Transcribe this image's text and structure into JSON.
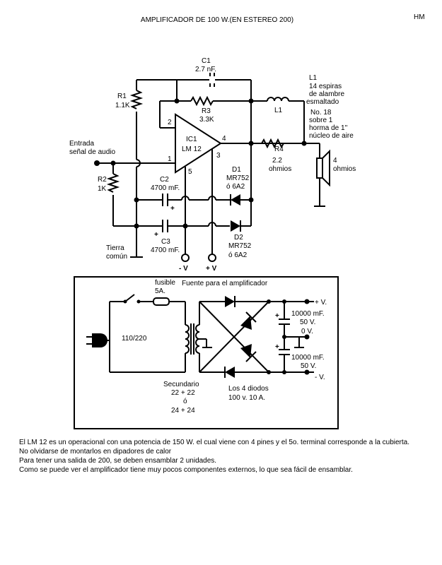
{
  "header": {
    "title": "AMPLIFICADOR DE 100 W.(EN ESTEREO 200)",
    "initials": "HM"
  },
  "amplifier": {
    "c1": {
      "name": "C1",
      "value": "2.7 nF."
    },
    "r1": {
      "name": "R1",
      "value": "1.1K"
    },
    "r2": {
      "name": "R2",
      "value": "1K"
    },
    "r3": {
      "name": "R3",
      "value": "3.3K"
    },
    "r4": {
      "name": "R4",
      "value_1": "2.2",
      "value_2": "ohmios"
    },
    "l1": {
      "name": "L1",
      "label": "L1",
      "desc": [
        "14 espiras",
        "de alambre",
        "esmaltado",
        "No. 18",
        "sobre 1",
        "horma de 1''",
        "núcleo de aire"
      ]
    },
    "ic1": {
      "name": "IC1",
      "part": "LM 12",
      "pin1": "1",
      "pin2": "2",
      "pin3": "3",
      "pin4": "4",
      "pin5": "5"
    },
    "input": {
      "line1": "Entrada",
      "line2": "señal de audio"
    },
    "c2": {
      "name": "C2",
      "value": "4700 mF."
    },
    "c3": {
      "name": "C3",
      "value": "4700 mF."
    },
    "d1": {
      "name": "D1",
      "part": "MR752",
      "alt": "ó 6A2"
    },
    "d2": {
      "name": "D2",
      "part": "MR752",
      "alt": "ó 6A2"
    },
    "speaker": {
      "value": "4",
      "unit": "ohmios"
    },
    "ground": {
      "line1": "Tierra",
      "line2": "común"
    },
    "neg_supply": "- V",
    "pos_supply": "+ V"
  },
  "power_supply": {
    "title": "Fuente para el amplificador",
    "fuse": {
      "label": "fusible",
      "value": "5A."
    },
    "mains": "110/220",
    "secondary": {
      "label": "Secundario",
      "opt1": "22 + 22",
      "or": "ó",
      "opt2": "24 + 24"
    },
    "diodes": {
      "line1": "Los 4 diodos",
      "line2": "100 v. 10 A."
    },
    "cap_top": {
      "value": "10000 mF.",
      "voltage": "50 V."
    },
    "cap_bottom": {
      "value": "10000 mF.",
      "voltage": "50 V."
    },
    "pos_out": "+ V.",
    "zero_out": "0 V.",
    "neg_out": "- V."
  },
  "notes": [
    "El LM 12 es un operacional  con una potencia de 150 W. el cual viene con 4 pines y el 5o. terminal corresponde a la cubierta.",
    "No olvidarse de montarlos en dipadores de calor",
    "Para tener una salida de 200, se deben ensamblar 2 unidades.",
    "Como se puede ver el amplificador tiene muy pocos componentes externos, lo que sea fácil de ensamblar."
  ]
}
